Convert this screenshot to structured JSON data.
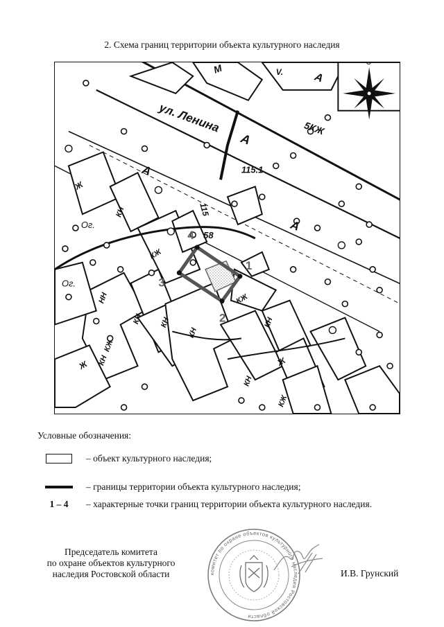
{
  "page": {
    "title": "2. Схема границ территории объекта культурного наследия"
  },
  "map": {
    "street_name": "ул. Ленина",
    "labels": {
      "a1": "А",
      "a2": "А",
      "a3": "А",
      "a4": "А",
      "g1": "Ж",
      "g2": "Ж",
      "g3": "Ж",
      "kn1": "КН",
      "kn2": "КН",
      "kn3": "КН",
      "kn4": "КН",
      "kn5": "КН",
      "kn6": "КН",
      "kn7": "КН",
      "kzh1": "КЖ",
      "kzh2": "КЖ",
      "kzh3": "КЖ",
      "kzh4": "КЖ",
      "nn1": "НН",
      "og1": "Ог.",
      "og2": "Ог.",
      "m1": "М",
      "v1": "V.",
      "bkzh": "5КЖ",
      "elev1": "115.1",
      "elev2": "58",
      "road_num": "115",
      "north": "С",
      "p1": "1",
      "p2": "2",
      "p3": "3",
      "p4": "4"
    }
  },
  "legend": {
    "title": "Условные обозначения:",
    "items": [
      {
        "symbol": "",
        "text": "– объект культурного наследия;"
      },
      {
        "symbol": "",
        "text": "– границы территории объекта культурного наследия;"
      },
      {
        "symbol": "1 – 4",
        "text": "– характерные точки границ территории объекта культурного наследия."
      }
    ]
  },
  "signature_block": {
    "line1": "Председатель комитета",
    "line2": "по охране объектов культурного",
    "line3": "наследия Ростовской области",
    "signer": "И.В. Грунский"
  },
  "seal": {
    "text": "комитет по охране объектов культурного наследия Ростовской области"
  }
}
